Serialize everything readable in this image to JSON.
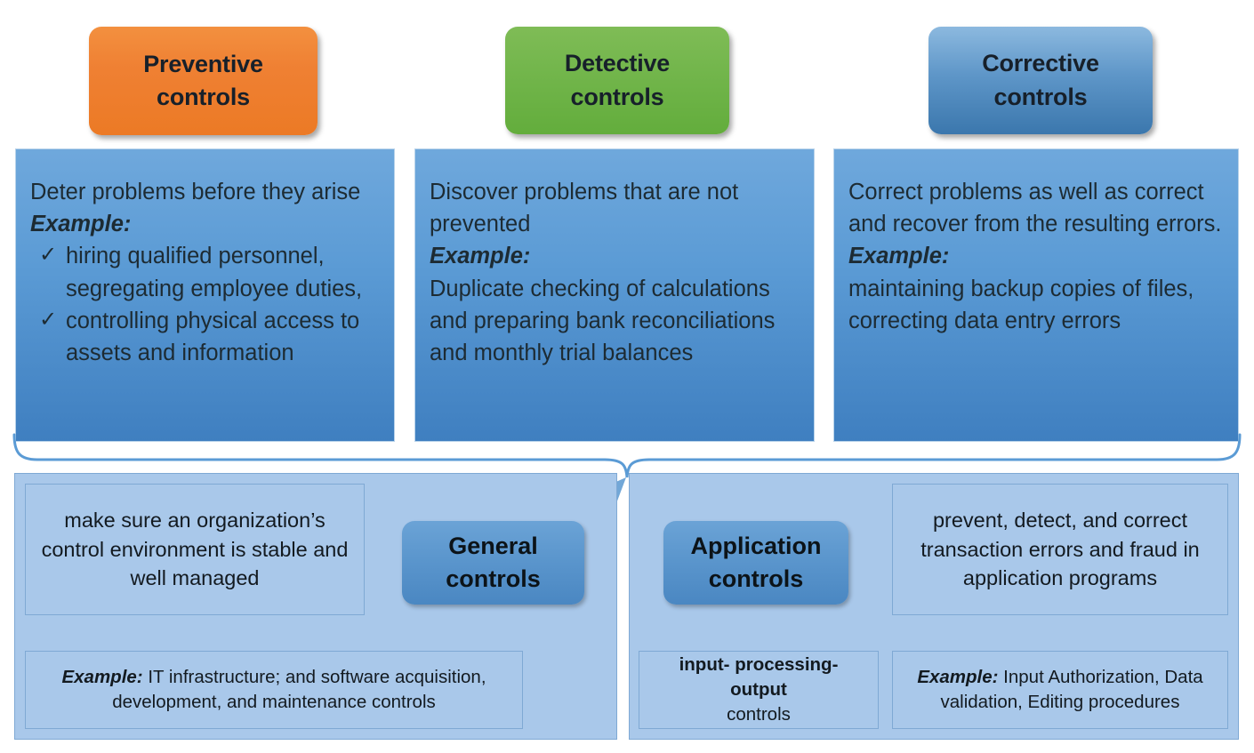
{
  "title": "Internal Controls Classification Diagram",
  "colors": {
    "preventive": "#ED7D31",
    "detective": "#70AD47",
    "corrective": "#5B9BD5",
    "panel_bg": "#A9C8EA",
    "desc_bg": "#5B9BD5",
    "brace_stroke": "#5B9BD5"
  },
  "categories": [
    {
      "key": "preventive",
      "pill_label": "Preventive\ncontrols",
      "pill_line1": "Preventive",
      "pill_line2": "controls",
      "lead": "Deter problems before they arise",
      "example_label": "Example:",
      "bullets": [
        {
          "check": "✓",
          "text": "hiring qualified personnel, segregating employee duties,"
        },
        {
          "check": "✓",
          "text": "controlling physical access to assets and information"
        }
      ],
      "example_text": ""
    },
    {
      "key": "detective",
      "pill_label": "Detective\ncontrols",
      "pill_line1": "Detective",
      "pill_line2": "controls",
      "lead": "Discover problems that are not prevented",
      "example_label": "Example:",
      "bullets": [],
      "example_text": "Duplicate checking of calculations and preparing bank reconciliations and monthly trial balances"
    },
    {
      "key": "corrective",
      "pill_label": "Corrective\ncontrols",
      "pill_line1": "Corrective",
      "pill_line2": "controls",
      "lead": "Correct problems as well as correct and recover from the resulting errors.",
      "example_label": "Example:",
      "bullets": [],
      "example_text": "maintaining backup copies of files, correcting data entry errors"
    }
  ],
  "groups": [
    {
      "key": "general",
      "callout_line1": "General",
      "callout_line2": "controls",
      "definition": "make sure an organization’s control environment is stable and well managed",
      "example_label": "Example:",
      "example_text": " IT infrastructure; and software acquisition, development, and maintenance controls",
      "types_label": ""
    },
    {
      "key": "application",
      "callout_line1": "Application",
      "callout_line2": "controls",
      "definition": "prevent, detect, and correct transaction errors and fraud in application programs",
      "example_label": "Example:",
      "example_text": " Input Authorization, Data validation, Editing procedures",
      "types_label": "input- processing- output",
      "types_label2": "controls"
    }
  ]
}
